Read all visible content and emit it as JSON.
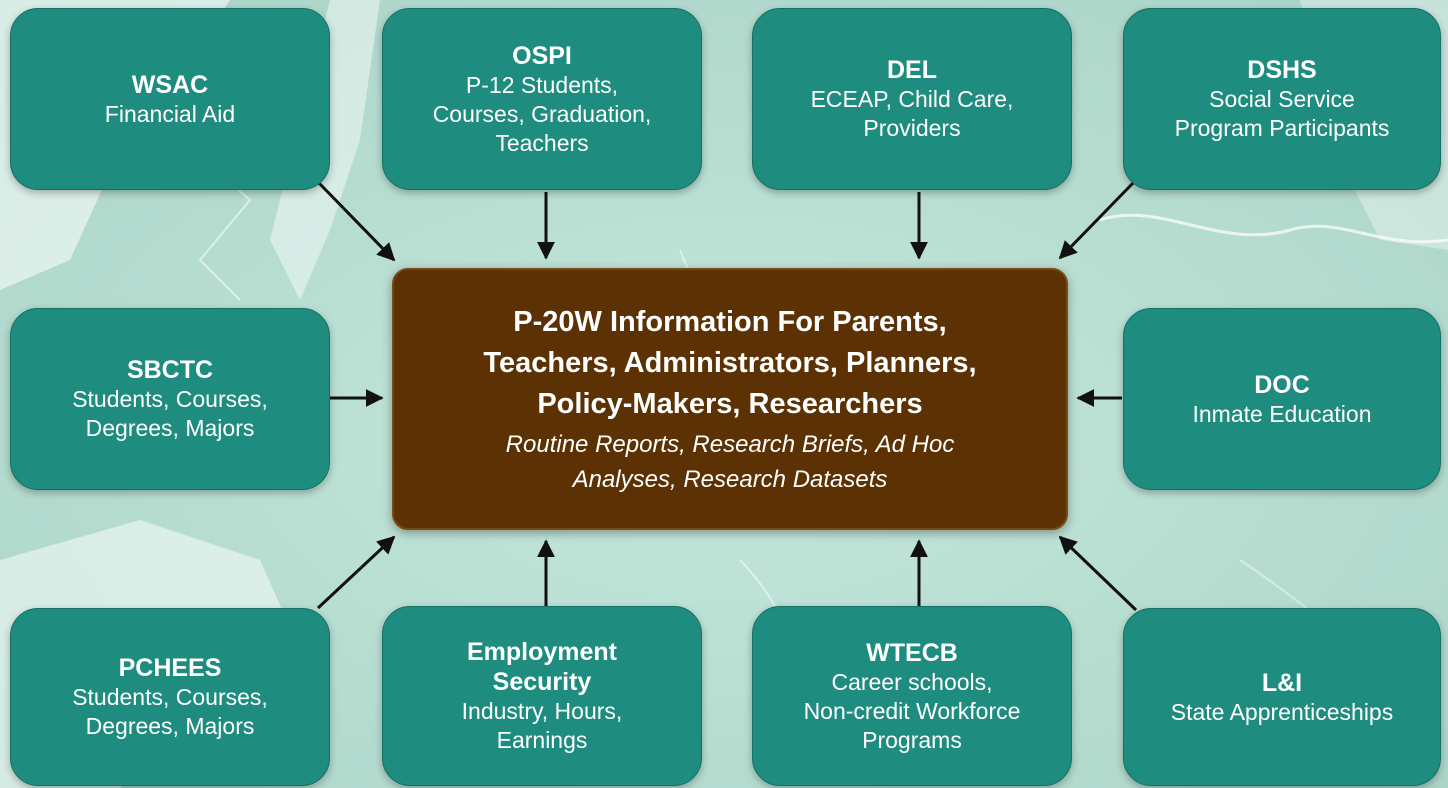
{
  "colors": {
    "node_fill": "#1e8c7e",
    "center_fill": "#5c3204",
    "arrow": "#111111",
    "background": "#b9dccf"
  },
  "center": {
    "title_lines": [
      "P-20W Information For Parents,",
      "Teachers, Administrators, Planners,",
      "Policy-Makers, Researchers"
    ],
    "subtitle_lines": [
      "Routine Reports, Research Briefs, Ad Hoc",
      "Analyses, Research Datasets"
    ]
  },
  "nodes": {
    "wsac": {
      "title": [
        "WSAC"
      ],
      "desc": [
        "Financial Aid"
      ]
    },
    "ospi": {
      "title": [
        "OSPI"
      ],
      "desc": [
        "P-12 Students,",
        "Courses, Graduation,",
        "Teachers"
      ]
    },
    "del": {
      "title": [
        "DEL"
      ],
      "desc": [
        "ECEAP, Child Care,",
        "Providers"
      ]
    },
    "dshs": {
      "title": [
        "DSHS"
      ],
      "desc": [
        "Social Service",
        "Program Participants"
      ]
    },
    "sbctc": {
      "title": [
        "SBCTC"
      ],
      "desc": [
        "Students, Courses,",
        "Degrees, Majors"
      ]
    },
    "doc": {
      "title": [
        "DOC"
      ],
      "desc": [
        "Inmate Education"
      ]
    },
    "pchees": {
      "title": [
        "PCHEES"
      ],
      "desc": [
        "Students, Courses,",
        "Degrees, Majors"
      ]
    },
    "esd": {
      "title": [
        "Employment",
        "Security"
      ],
      "desc": [
        "Industry, Hours,",
        "Earnings"
      ]
    },
    "wtecb": {
      "title": [
        "WTECB"
      ],
      "desc": [
        "Career schools,",
        "Non-credit Workforce",
        "Programs"
      ]
    },
    "lni": {
      "title": [
        "L&I"
      ],
      "desc": [
        "State Apprenticeships"
      ]
    }
  }
}
